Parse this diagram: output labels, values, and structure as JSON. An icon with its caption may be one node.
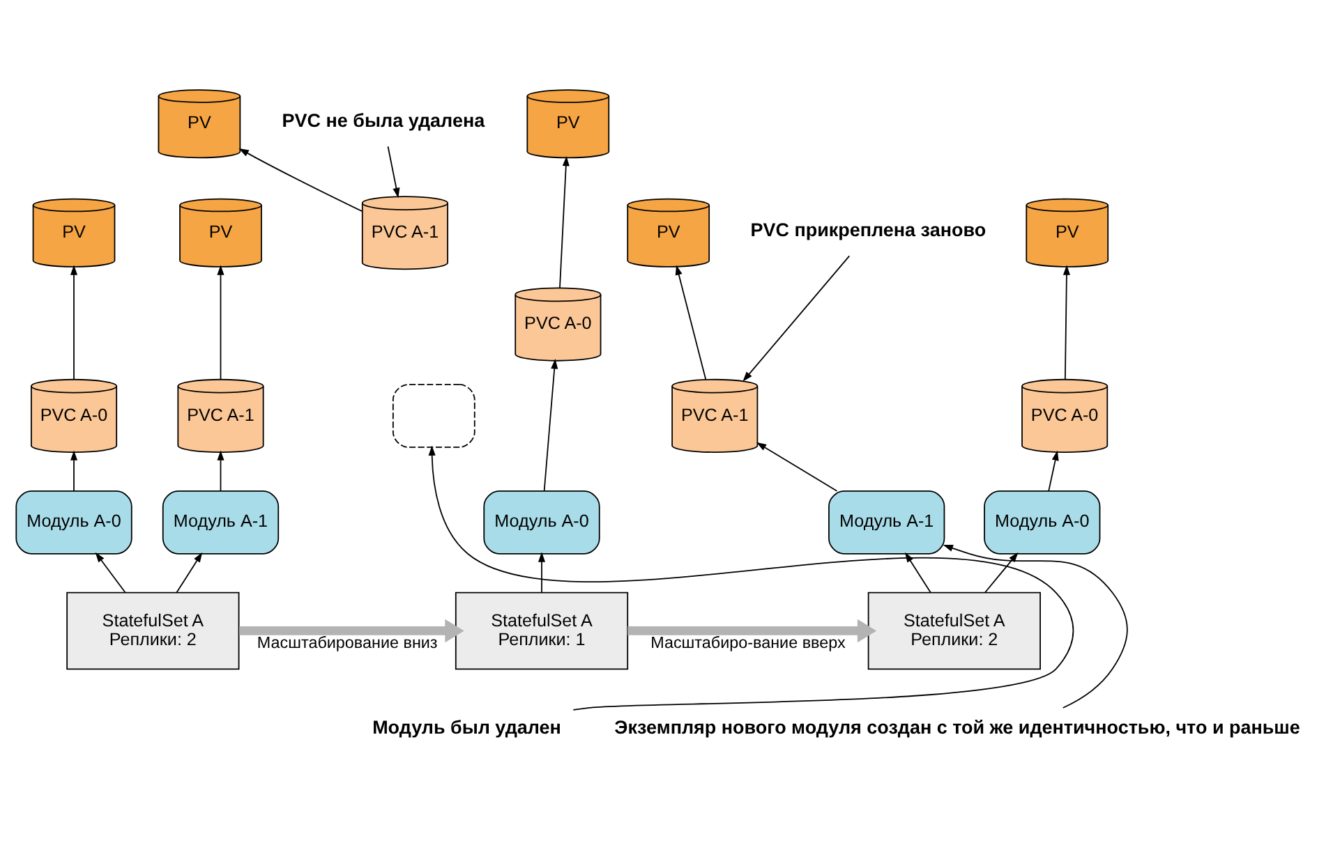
{
  "diagram": {
    "nodes": [
      {
        "text": [
          "PV"
        ]
      },
      {
        "text": [
          "PV"
        ]
      },
      {
        "text": [
          "PVC A-0"
        ]
      },
      {
        "text": [
          "PVC A-1"
        ]
      },
      {
        "text": [
          "Модуль A-0"
        ]
      },
      {
        "text": [
          "Модуль A-1"
        ]
      },
      {
        "text": [
          "StatefulSet A",
          "Реплики: 2"
        ]
      },
      {
        "text": [
          "PV"
        ]
      },
      {
        "text": [
          "PV"
        ]
      },
      {
        "text": [
          "PVC A-0"
        ]
      },
      {
        "text": [
          "PVC A-1"
        ]
      },
      {
        "text": [
          "Модуль A-0"
        ]
      },
      {
        "text": [],
        "shape": "box"
      },
      {
        "text": [
          "StatefulSet A",
          "Реплики: 1"
        ]
      },
      {
        "text": [
          "PV"
        ]
      },
      {
        "text": [
          "PV"
        ]
      },
      {
        "text": [
          "PVC A-0"
        ]
      },
      {
        "text": [
          "PVC A-1"
        ]
      },
      {
        "text": [
          "Модуль A-0"
        ]
      },
      {
        "text": [
          "Модуль A-1"
        ]
      },
      {
        "text": [
          "StatefulSet A",
          "Реплики: 2"
        ]
      },
      {
        "text": [
          "PVC не была удалена"
        ]
      },
      {
        "text": [
          "PVC прикреплена заново"
        ]
      },
      {
        "text": [
          "Модуль был удален"
        ]
      },
      {
        "text": [
          "Экземпляр нового модуля создан с той же идентичностью, что и раньше"
        ]
      }
    ],
    "edges": [
      {
        "from": 6,
        "to": 4,
        "arrow": "to"
      },
      {
        "from": 6,
        "to": 5,
        "arrow": "to"
      },
      {
        "from": 4,
        "to": 2,
        "arrow": "to"
      },
      {
        "from": 5,
        "to": 3,
        "arrow": "to"
      },
      {
        "from": 2,
        "to": 0,
        "arrow": "to"
      },
      {
        "from": 3,
        "to": 1,
        "arrow": "to"
      },
      {
        "from": 13,
        "to": 11,
        "arrow": "to"
      },
      {
        "from": 11,
        "to": 9,
        "arrow": "to"
      },
      {
        "from": 9,
        "to": 7,
        "arrow": "to"
      },
      {
        "from": 10,
        "to": 8,
        "arrow": "to"
      },
      {
        "from": 20,
        "to": 18,
        "arrow": "to"
      },
      {
        "from": 20,
        "to": 19,
        "arrow": "to"
      },
      {
        "from": 18,
        "to": 16,
        "arrow": "to"
      },
      {
        "from": 19,
        "to": 17,
        "arrow": "to"
      },
      {
        "from": 16,
        "to": 14,
        "arrow": "to"
      },
      {
        "from": 17,
        "to": 15,
        "arrow": "to"
      },
      {
        "from": 6,
        "to": 13,
        "arrow": "to",
        "label": "Масштабирование вниз",
        "style": "thick",
        "color": "#b3b3b3"
      },
      {
        "from": 13,
        "to": 20,
        "arrow": "to",
        "label": "Масштабиро-вание вверх",
        "style": "thick",
        "color": "#b3b3b3"
      },
      {
        "from": 21,
        "to": 10,
        "arrow": "to"
      },
      {
        "from": 22,
        "to": 17,
        "arrow": "to"
      },
      {
        "from": 23,
        "to": 12,
        "arrow": "to"
      },
      {
        "from": 24,
        "to": 19,
        "arrow": "to"
      }
    ]
  }
}
